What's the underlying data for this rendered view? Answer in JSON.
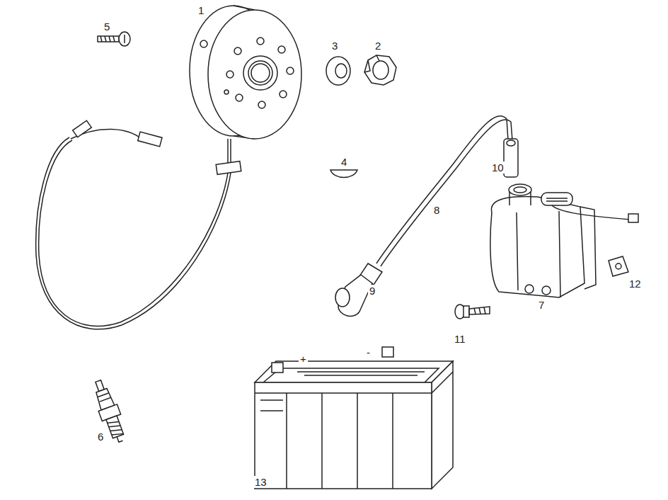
{
  "diagram": {
    "labels": [
      "1",
      "5",
      "3",
      "2",
      "4",
      "10",
      "8",
      "9",
      "7",
      "12",
      "11",
      "6",
      "13",
      "+",
      "-"
    ]
  }
}
